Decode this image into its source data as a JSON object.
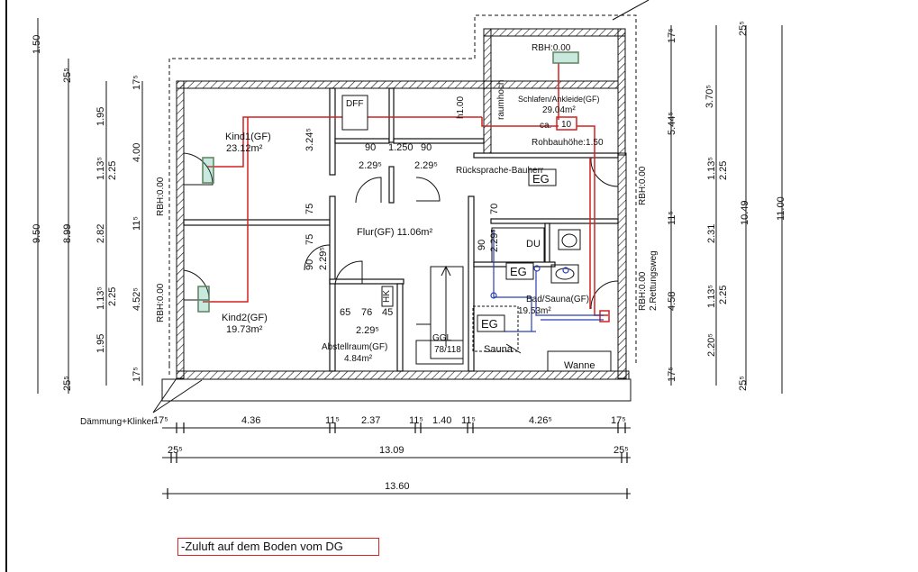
{
  "rooms": {
    "kind1": {
      "name": "Kind1(GF)",
      "area": "23.12m²"
    },
    "kind2": {
      "name": "Kind2(GF)",
      "area": "19.73m²"
    },
    "flur": {
      "name": "Flur(GF) 11.06m²"
    },
    "abstell": {
      "name": "Abstellraum(GF)",
      "area": "4.84m²"
    },
    "schlafen": {
      "name": "Schlafen/Ankleide(GF)",
      "area": "29.04m²"
    },
    "bad": {
      "name": "Bad/Sauna(GF)",
      "area": "19.53m²"
    },
    "du": "DU",
    "wanne": "Wanne",
    "sauna": "Sauna"
  },
  "labels": {
    "dff": "DFF",
    "rbh_top": "RBH:0.00",
    "rbh_left1": "RBH:0.00",
    "rbh_left2": "RBH:0.00",
    "rbh_right1": "RBH:0.00",
    "rbh_right2": "RBH:0.00",
    "rettungsweg": "2.Rettungsweg",
    "raumhoch": "raumhoch",
    "rohbauhoehe": "Rohbauhöhe:1.50",
    "ruecksprache": "Rücksprache-Bauherr",
    "ca": "ca.",
    "ca_val": "10",
    "eg": "EG",
    "ggl": "GGL",
    "ggl_dim": "78/118",
    "hk": "HK",
    "daemmung": "Dämmung+Klinker",
    "h0100": "h1.00"
  },
  "dims": {
    "bottom_row": [
      "17⁵",
      "4.36",
      "11⁵",
      "2.37",
      "11⁵",
      "1.40",
      "11⁵",
      "4.26⁵",
      "17⁵"
    ],
    "total_inner": "13.09",
    "total_outer": "13.60",
    "outer_25": "25⁵",
    "left_col1": [
      "1.50",
      "9.50"
    ],
    "left_col2": [
      "25⁵",
      "1.95",
      "8.99",
      "1.95",
      "25⁵"
    ],
    "left_col3": [
      "1.13⁵",
      "2.25",
      "2.82",
      "1.13⁵",
      "2.25"
    ],
    "left_col4": [
      "17⁵",
      "4.00",
      "11⁵",
      "4.52⁵",
      "17⁵"
    ],
    "right_col1": [
      "17⁵",
      "5.44⁵",
      "11⁵",
      "4.58",
      "17⁵"
    ],
    "right_col2": [
      "1.13⁵",
      "2.25",
      "2.31",
      "1.13⁵",
      "2.25",
      "2.20⁵"
    ],
    "right_col3": [
      "3.70⁵",
      "10.49",
      "25⁵"
    ],
    "right_col4": [
      "25⁵",
      "11.00"
    ],
    "inner": {
      "d90a": "90",
      "d1250": "1.250",
      "d90b": "90",
      "d229a": "2.29⁵",
      "d229b": "2.29⁵",
      "d324": "3.24⁵",
      "d75a": "75",
      "d75b": "75",
      "d90c": "90",
      "d229c": "2.29⁵",
      "d65": "65",
      "d76": "76",
      "d45": "45",
      "d229d": "2.29⁵",
      "d70": "70",
      "d90d": "90",
      "d229e": "2.29⁵"
    }
  },
  "note": "-Zuluft auf dem Boden vom DG",
  "colors": {
    "wall": "#111111",
    "supply": "#d42020",
    "drain": "#2a3fb0",
    "heater": "#2aa87a"
  }
}
